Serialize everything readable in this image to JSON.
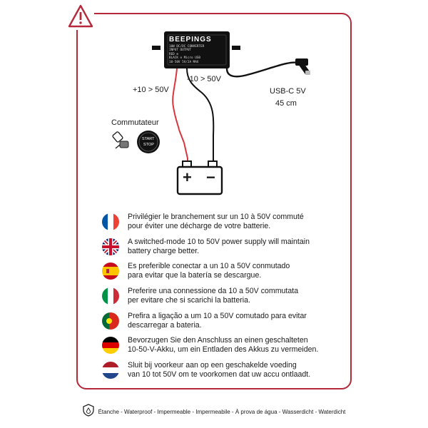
{
  "device": {
    "brand": "BEEPINGS",
    "spec_rows": [
      "10W   DC/DC   CONVERTER",
      "INPUT         OUTPUT",
      "RED  ⊕",
      "BLACK ⊖      Micro USB",
      "10-50V        5V/2A MAX"
    ]
  },
  "labels": {
    "positive": "+10 > 50V",
    "negative": "-10 > 50V",
    "usb_type": "USB-C 5V",
    "usb_length": "45 cm",
    "switch": "Commutateur",
    "start": "START",
    "stop": "STOP",
    "battery_plus": "+",
    "battery_minus": "−"
  },
  "notes": [
    {
      "flag": "fr",
      "line1": "Privilégier le branchement sur un 10 à 50V commuté",
      "line2": "pour éviter une décharge de votre batterie."
    },
    {
      "flag": "uk",
      "line1": "A switched-mode 10 to 50V power supply will maintain",
      "line2": "battery charge better."
    },
    {
      "flag": "es",
      "line1": "Es preferible conectar a un 10 a 50V conmutado",
      "line2": "para evitar que la batería se descargue."
    },
    {
      "flag": "it",
      "line1": "Preferire una connessione da 10 a 50V commutata",
      "line2": "per evitare che si scarichi la batteria."
    },
    {
      "flag": "pt",
      "line1": "Prefira a ligação a um 10 a 50V comutado para evitar",
      "line2": "descarregar a bateria."
    },
    {
      "flag": "de",
      "line1": "Bevorzugen Sie den Anschluss an einen geschalteten",
      "line2": "10-50-V-Akku, um ein Entladen des Akkus zu vermeiden."
    },
    {
      "flag": "nl",
      "line1": "Sluit bij voorkeur aan op een geschakelde voeding",
      "line2": "van 10 tot 50V om te voorkomen dat uw accu ontlaadt."
    }
  ],
  "footer": {
    "text": "Étanche - Waterproof - Impermeable - Impermeabile - À prova de água - Wasserdicht - Waterdicht",
    "icon": "water-drop-shield-icon"
  },
  "colors": {
    "accent": "#b5293a",
    "wire_red": "#d9363e",
    "wire_black": "#111111"
  }
}
